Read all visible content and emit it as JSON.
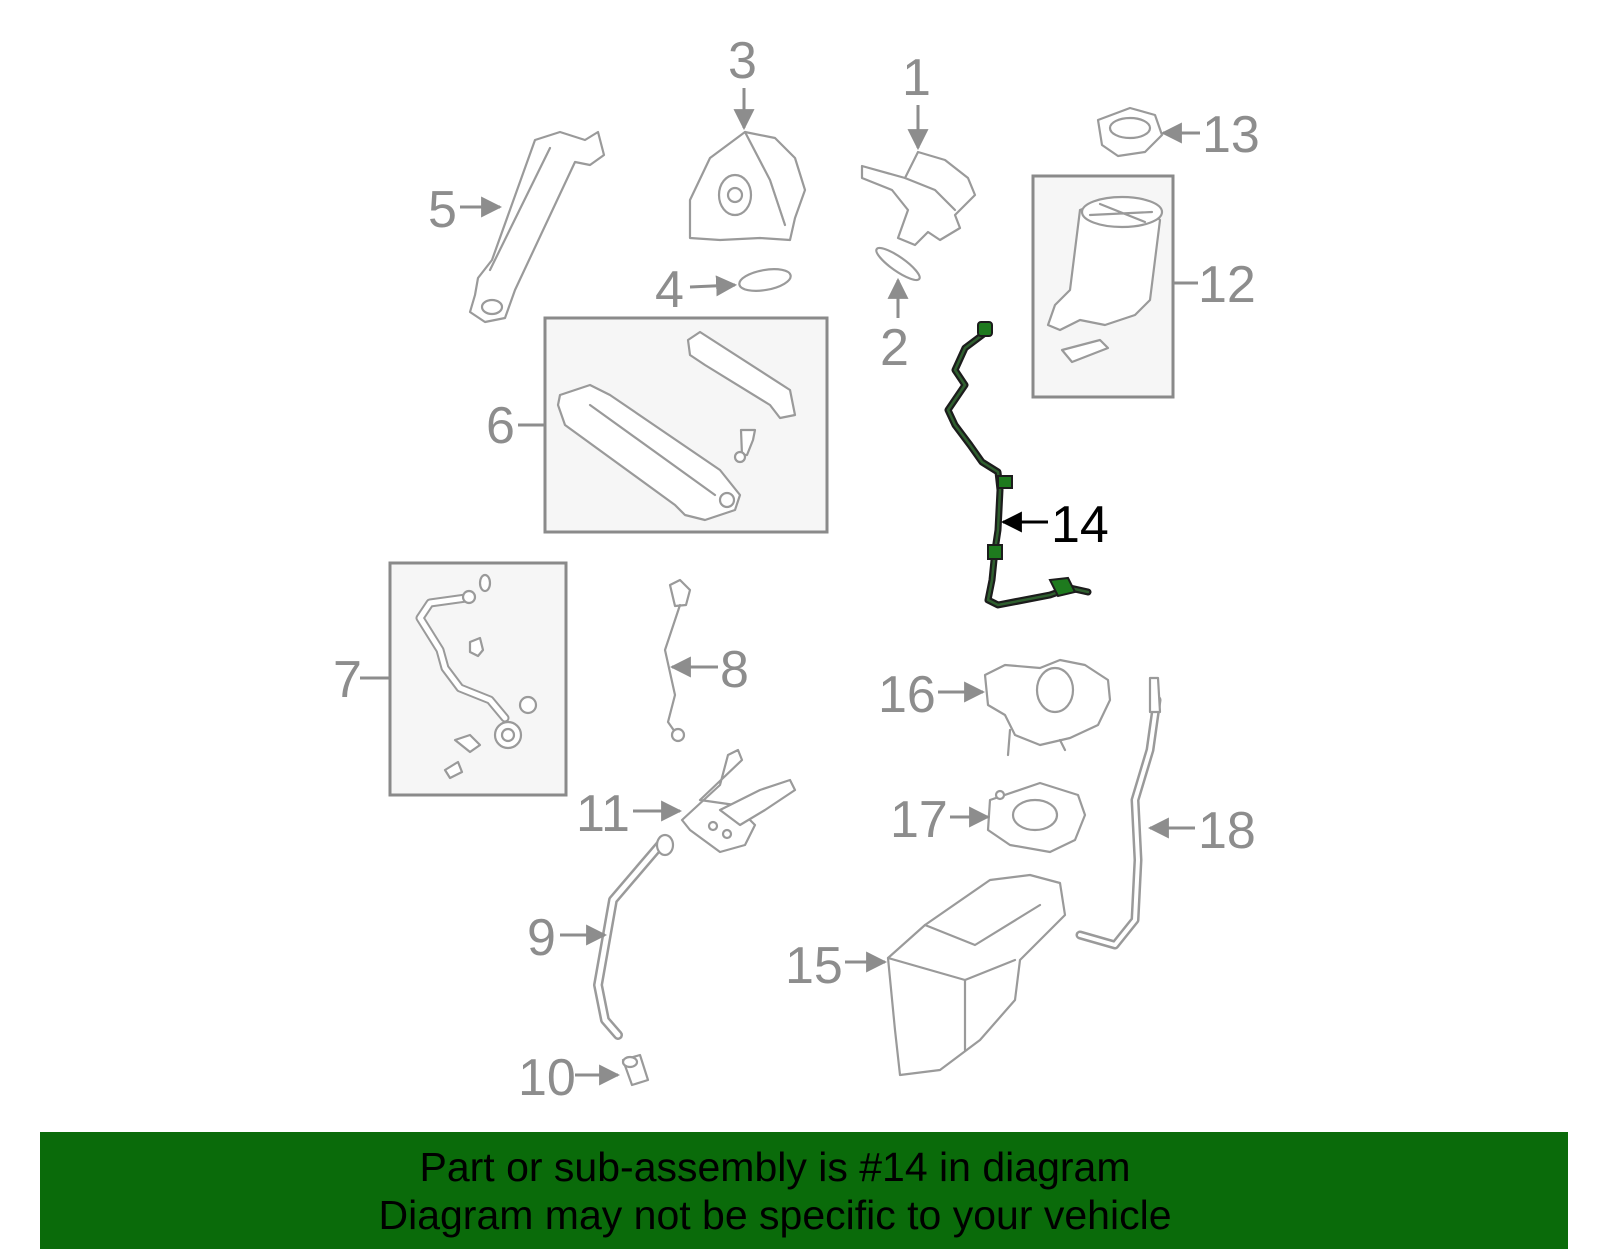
{
  "callouts": {
    "c1": "1",
    "c2": "2",
    "c3": "3",
    "c4": "4",
    "c5": "5",
    "c6": "6",
    "c7": "7",
    "c8": "8",
    "c9": "9",
    "c10": "10",
    "c11": "11",
    "c12": "12",
    "c13": "13",
    "c14": "14",
    "c15": "15",
    "c16": "16",
    "c17": "17",
    "c18": "18"
  },
  "highlighted_part": "14",
  "colors": {
    "banner": "#0a6b0a",
    "highlight": "#1e7a1e",
    "parts": "#9a9a9a"
  },
  "banner": {
    "line1": "Part or sub-assembly is #14 in diagram",
    "line2": "Diagram may not be specific to your vehicle"
  }
}
